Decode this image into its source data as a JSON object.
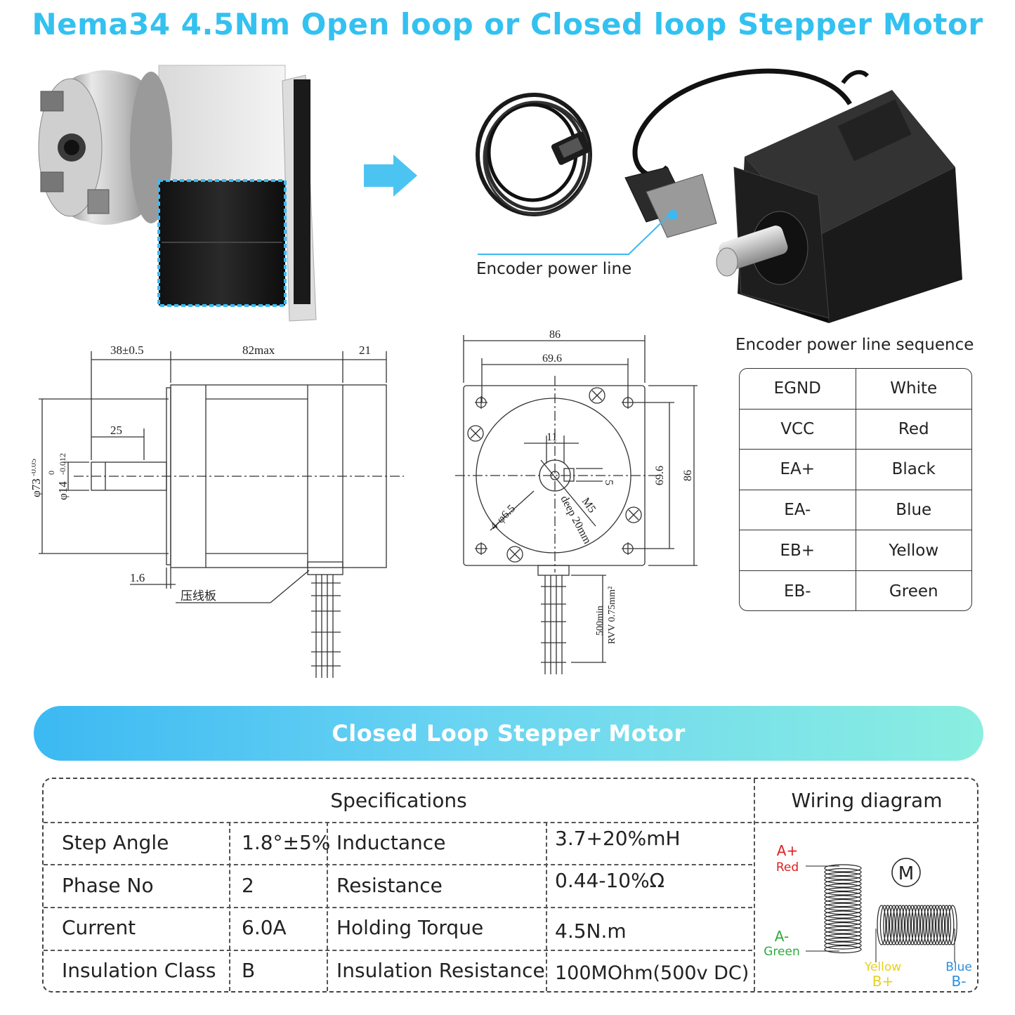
{
  "title": "Nema34 4.5Nm Open loop or Closed loop Stepper Motor",
  "encoder_label": "Encoder power line",
  "sequence": {
    "title": "Encoder power line sequence",
    "rows": [
      {
        "signal": "EGND",
        "color": "White"
      },
      {
        "signal": "VCC",
        "color": "Red"
      },
      {
        "signal": "EA+",
        "color": "Black"
      },
      {
        "signal": "EA-",
        "color": "Blue"
      },
      {
        "signal": "EB+",
        "color": "Yellow"
      },
      {
        "signal": "EB-",
        "color": "Green"
      }
    ]
  },
  "drawing_side": {
    "dim_38": "38±0.5",
    "dim_82": "82max",
    "dim_21": "21",
    "dim_25": "25",
    "dim_73": "φ73",
    "tol_73_top": "0",
    "tol_73_bot": "-0.05",
    "dim_14": "φ14",
    "tol_14_top": "0",
    "tol_14_bot": "-0.012",
    "dim_16": "1.6",
    "plate_label": "压线板"
  },
  "drawing_front": {
    "dim_86_top": "86",
    "dim_696_top": "69.6",
    "dim_11": "11",
    "dim_5": "5",
    "dim_696_side": "69.6",
    "dim_86_side": "86",
    "hole_label": "4-φ6.5",
    "thread_label_1": "M5",
    "thread_label_2": "deep 20mm",
    "cable_label_1": "500min",
    "cable_label_2": "RVV 0.75mm²"
  },
  "banner": "Closed Loop Stepper Motor",
  "specs": {
    "header": "Specifications",
    "wiring_header": "Wiring diagram",
    "rows": [
      {
        "k1": "Step Angle",
        "v1": "1.8°±5%",
        "k2": "Inductance",
        "v2": "3.7+20%mH"
      },
      {
        "k1": "Phase No",
        "v1": "2",
        "k2": "Resistance",
        "v2": "0.44-10%Ω"
      },
      {
        "k1": "Current",
        "v1": "6.0A",
        "k2": "Holding Torque",
        "v2": "4.5N.m"
      },
      {
        "k1": "Insulation Class",
        "v1": "B",
        "k2": "Insulation Resistance",
        "v2": "100MOhm(500v DC)"
      }
    ]
  },
  "wiring": {
    "a_plus": "A+",
    "a_plus_color": "Red",
    "a_minus": "A-",
    "a_minus_color": "Green",
    "b_plus": "B+",
    "b_plus_color": "Yellow",
    "b_minus": "B-",
    "b_minus_color": "Blue",
    "motor_symbol": "M"
  },
  "colors": {
    "title": "#33c1f0",
    "red": "#e02020",
    "green": "#2faa3c",
    "yellow": "#e8d020",
    "blue": "#2a8fe0"
  }
}
